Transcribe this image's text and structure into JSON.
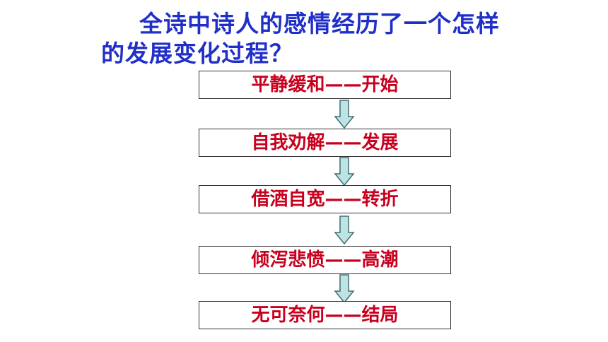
{
  "question": {
    "line1": "全诗中诗人的感情经历了一个怎样",
    "line2": "的发展变化过程？"
  },
  "flow": {
    "steps": [
      {
        "label": "平静缓和——开始"
      },
      {
        "label": "自我劝解——发展"
      },
      {
        "label": "借酒自宽——转折"
      },
      {
        "label": "倾泻悲愤——高潮"
      },
      {
        "label": "无可奈何——结局"
      }
    ]
  },
  "colors": {
    "question_text": "#1f2fc8",
    "step_text": "#c8001e",
    "box_border": "#333333",
    "arrow_fill": "#bfe3e3",
    "arrow_stroke": "#3f6f6f"
  }
}
